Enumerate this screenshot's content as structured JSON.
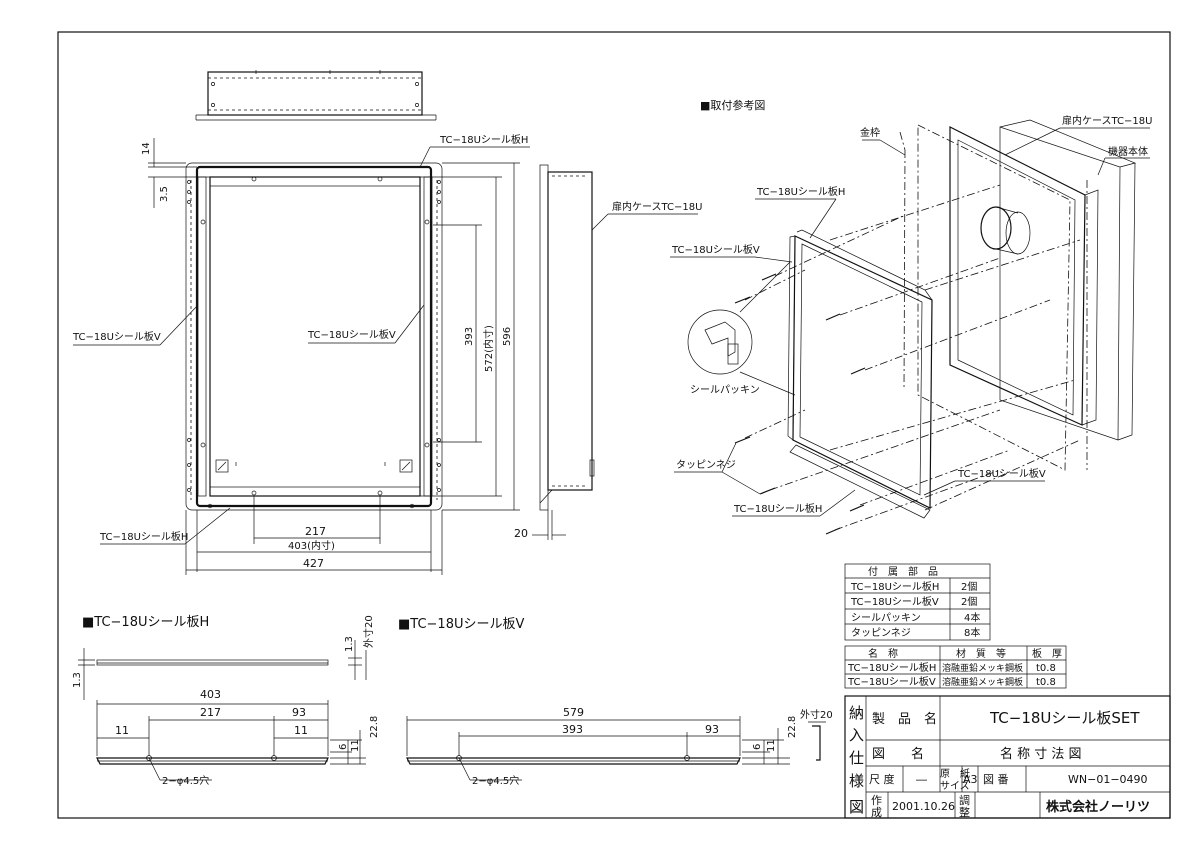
{
  "sections": {
    "install_reference": "■取付参考図",
    "seal_h": "■TC−18Uシール板H",
    "seal_v": "■TC−18Uシール板V"
  },
  "labels": {
    "seal_h": "TC−18Uシール板H",
    "seal_v": "TC−18Uシール板V",
    "case": "扉内ケースTC−18U",
    "frame": "金枠",
    "unit": "機器本体",
    "packing": "シールパッキン",
    "screw": "タッピンネジ",
    "hole": "2−φ4.5穴"
  },
  "dims": {
    "d14": "14",
    "d35": "3.5",
    "d393": "393",
    "d572": "572(内寸)",
    "d596": "596",
    "d217": "217",
    "d403in": "403(内寸)",
    "d427": "427",
    "d20": "20",
    "d13": "1.3",
    "d20out": "外寸20",
    "d403": "403",
    "d93": "93",
    "d11": "11",
    "d6": "6",
    "d228": "22.8",
    "d579": "579"
  },
  "parts_table": {
    "title": "付　属　部　品",
    "rows": [
      {
        "name": "TC−18Uシール板H",
        "qty": "2個"
      },
      {
        "name": "TC−18Uシール板V",
        "qty": "2個"
      },
      {
        "name": "シールパッキン",
        "qty": "4本"
      },
      {
        "name": "タッピンネジ",
        "qty": "8本"
      }
    ]
  },
  "material_table": {
    "headers": [
      "名　称",
      "材　質　等",
      "板　厚"
    ],
    "rows": [
      {
        "name": "TC−18Uシール板H",
        "material": "溶融亜鉛メッキ鋼板",
        "thickness": "t0.8"
      },
      {
        "name": "TC−18Uシール板V",
        "material": "溶融亜鉛メッキ鋼板",
        "thickness": "t0.8"
      }
    ]
  },
  "title_block": {
    "side": [
      "納",
      "入",
      "仕",
      "様",
      "図"
    ],
    "product_label": "製　品　名",
    "product": "TC−18Uシール板SET",
    "drawing_label": "図　　名",
    "drawing": "名 称 寸 法 図",
    "scale_label": "尺 度",
    "scale": "―",
    "paper_label_1": "原　紙",
    "paper_label_2": "サイズ",
    "paper": "A3",
    "number_label": "図 番",
    "number": "WN−01−0490",
    "created_label_1": "作",
    "created_label_2": "成",
    "created": "2001.10.26",
    "adjust_label_1": "調",
    "adjust_label_2": "整",
    "company": "株式会社ノーリツ"
  }
}
